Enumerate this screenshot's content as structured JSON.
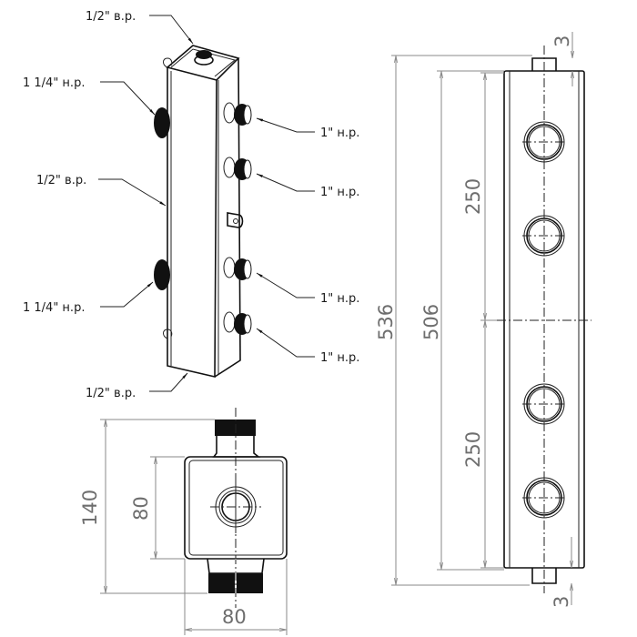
{
  "drawing": {
    "subject": "hydraulic separator manifold",
    "colors": {
      "line": "#111111",
      "dimension": "#6e6e6e",
      "background": "#ffffff"
    }
  },
  "callouts": {
    "top_port": "1/2\" в.р.",
    "upper_left_port": "1 1/4\" н.р.",
    "middle_left_port": "1/2\" в.р.",
    "lower_left_port": "1 1/4\" н.р.",
    "bottom_port": "1/2\" в.р.",
    "right_port_1": "1\" н.р.",
    "right_port_2": "1\" н.р.",
    "right_port_3": "1\" н.р.",
    "right_port_4": "1\" н.р."
  },
  "dimensions": {
    "overall_height": "536",
    "body_height": "506",
    "upper_spacing": "250",
    "lower_spacing": "250",
    "top_offset": "3",
    "bottom_offset": "3",
    "top_view_total": "140",
    "top_view_body_depth": "80",
    "top_view_body_width": "80"
  }
}
